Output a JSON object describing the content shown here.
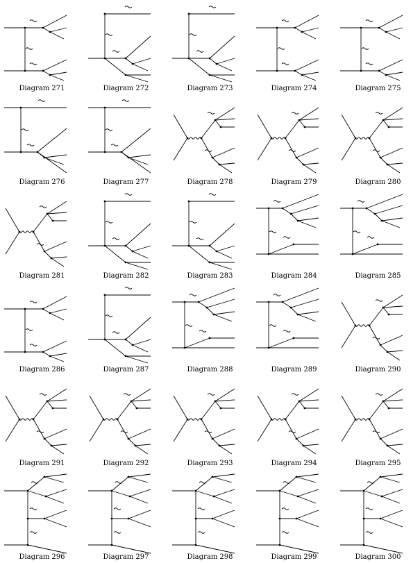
{
  "diagrams": [
    {
      "caption": "Diagram 271",
      "template": "T"
    },
    {
      "caption": "Diagram 272",
      "template": "Tb"
    },
    {
      "caption": "Diagram 273",
      "template": "Tb"
    },
    {
      "caption": "Diagram 274",
      "template": "T"
    },
    {
      "caption": "Diagram 275",
      "template": "T"
    },
    {
      "caption": "Diagram 276",
      "template": "L"
    },
    {
      "caption": "Diagram 277",
      "template": "L"
    },
    {
      "caption": "Diagram 278",
      "template": "S"
    },
    {
      "caption": "Diagram 279",
      "template": "S"
    },
    {
      "caption": "Diagram 280",
      "template": "S"
    },
    {
      "caption": "Diagram 281",
      "template": "S"
    },
    {
      "caption": "Diagram 282",
      "template": "Tb"
    },
    {
      "caption": "Diagram 283",
      "template": "Tb"
    },
    {
      "caption": "Diagram 284",
      "template": "R"
    },
    {
      "caption": "Diagram 285",
      "template": "R"
    },
    {
      "caption": "Diagram 286",
      "template": "T"
    },
    {
      "caption": "Diagram 287",
      "template": "Tb"
    },
    {
      "caption": "Diagram 288",
      "template": "R"
    },
    {
      "caption": "Diagram 289",
      "template": "R"
    },
    {
      "caption": "Diagram 290",
      "template": "S"
    },
    {
      "caption": "Diagram 291",
      "template": "S"
    },
    {
      "caption": "Diagram 292",
      "template": "S"
    },
    {
      "caption": "Diagram 293",
      "template": "S"
    },
    {
      "caption": "Diagram 294",
      "template": "S"
    },
    {
      "caption": "Diagram 295",
      "template": "S"
    },
    {
      "caption": "Diagram 296",
      "template": "B"
    },
    {
      "caption": "Diagram 297",
      "template": "B"
    },
    {
      "caption": "Diagram 298",
      "template": "B"
    },
    {
      "caption": "Diagram 299",
      "template": "B"
    },
    {
      "caption": "Diagram 300",
      "template": "B"
    }
  ]
}
